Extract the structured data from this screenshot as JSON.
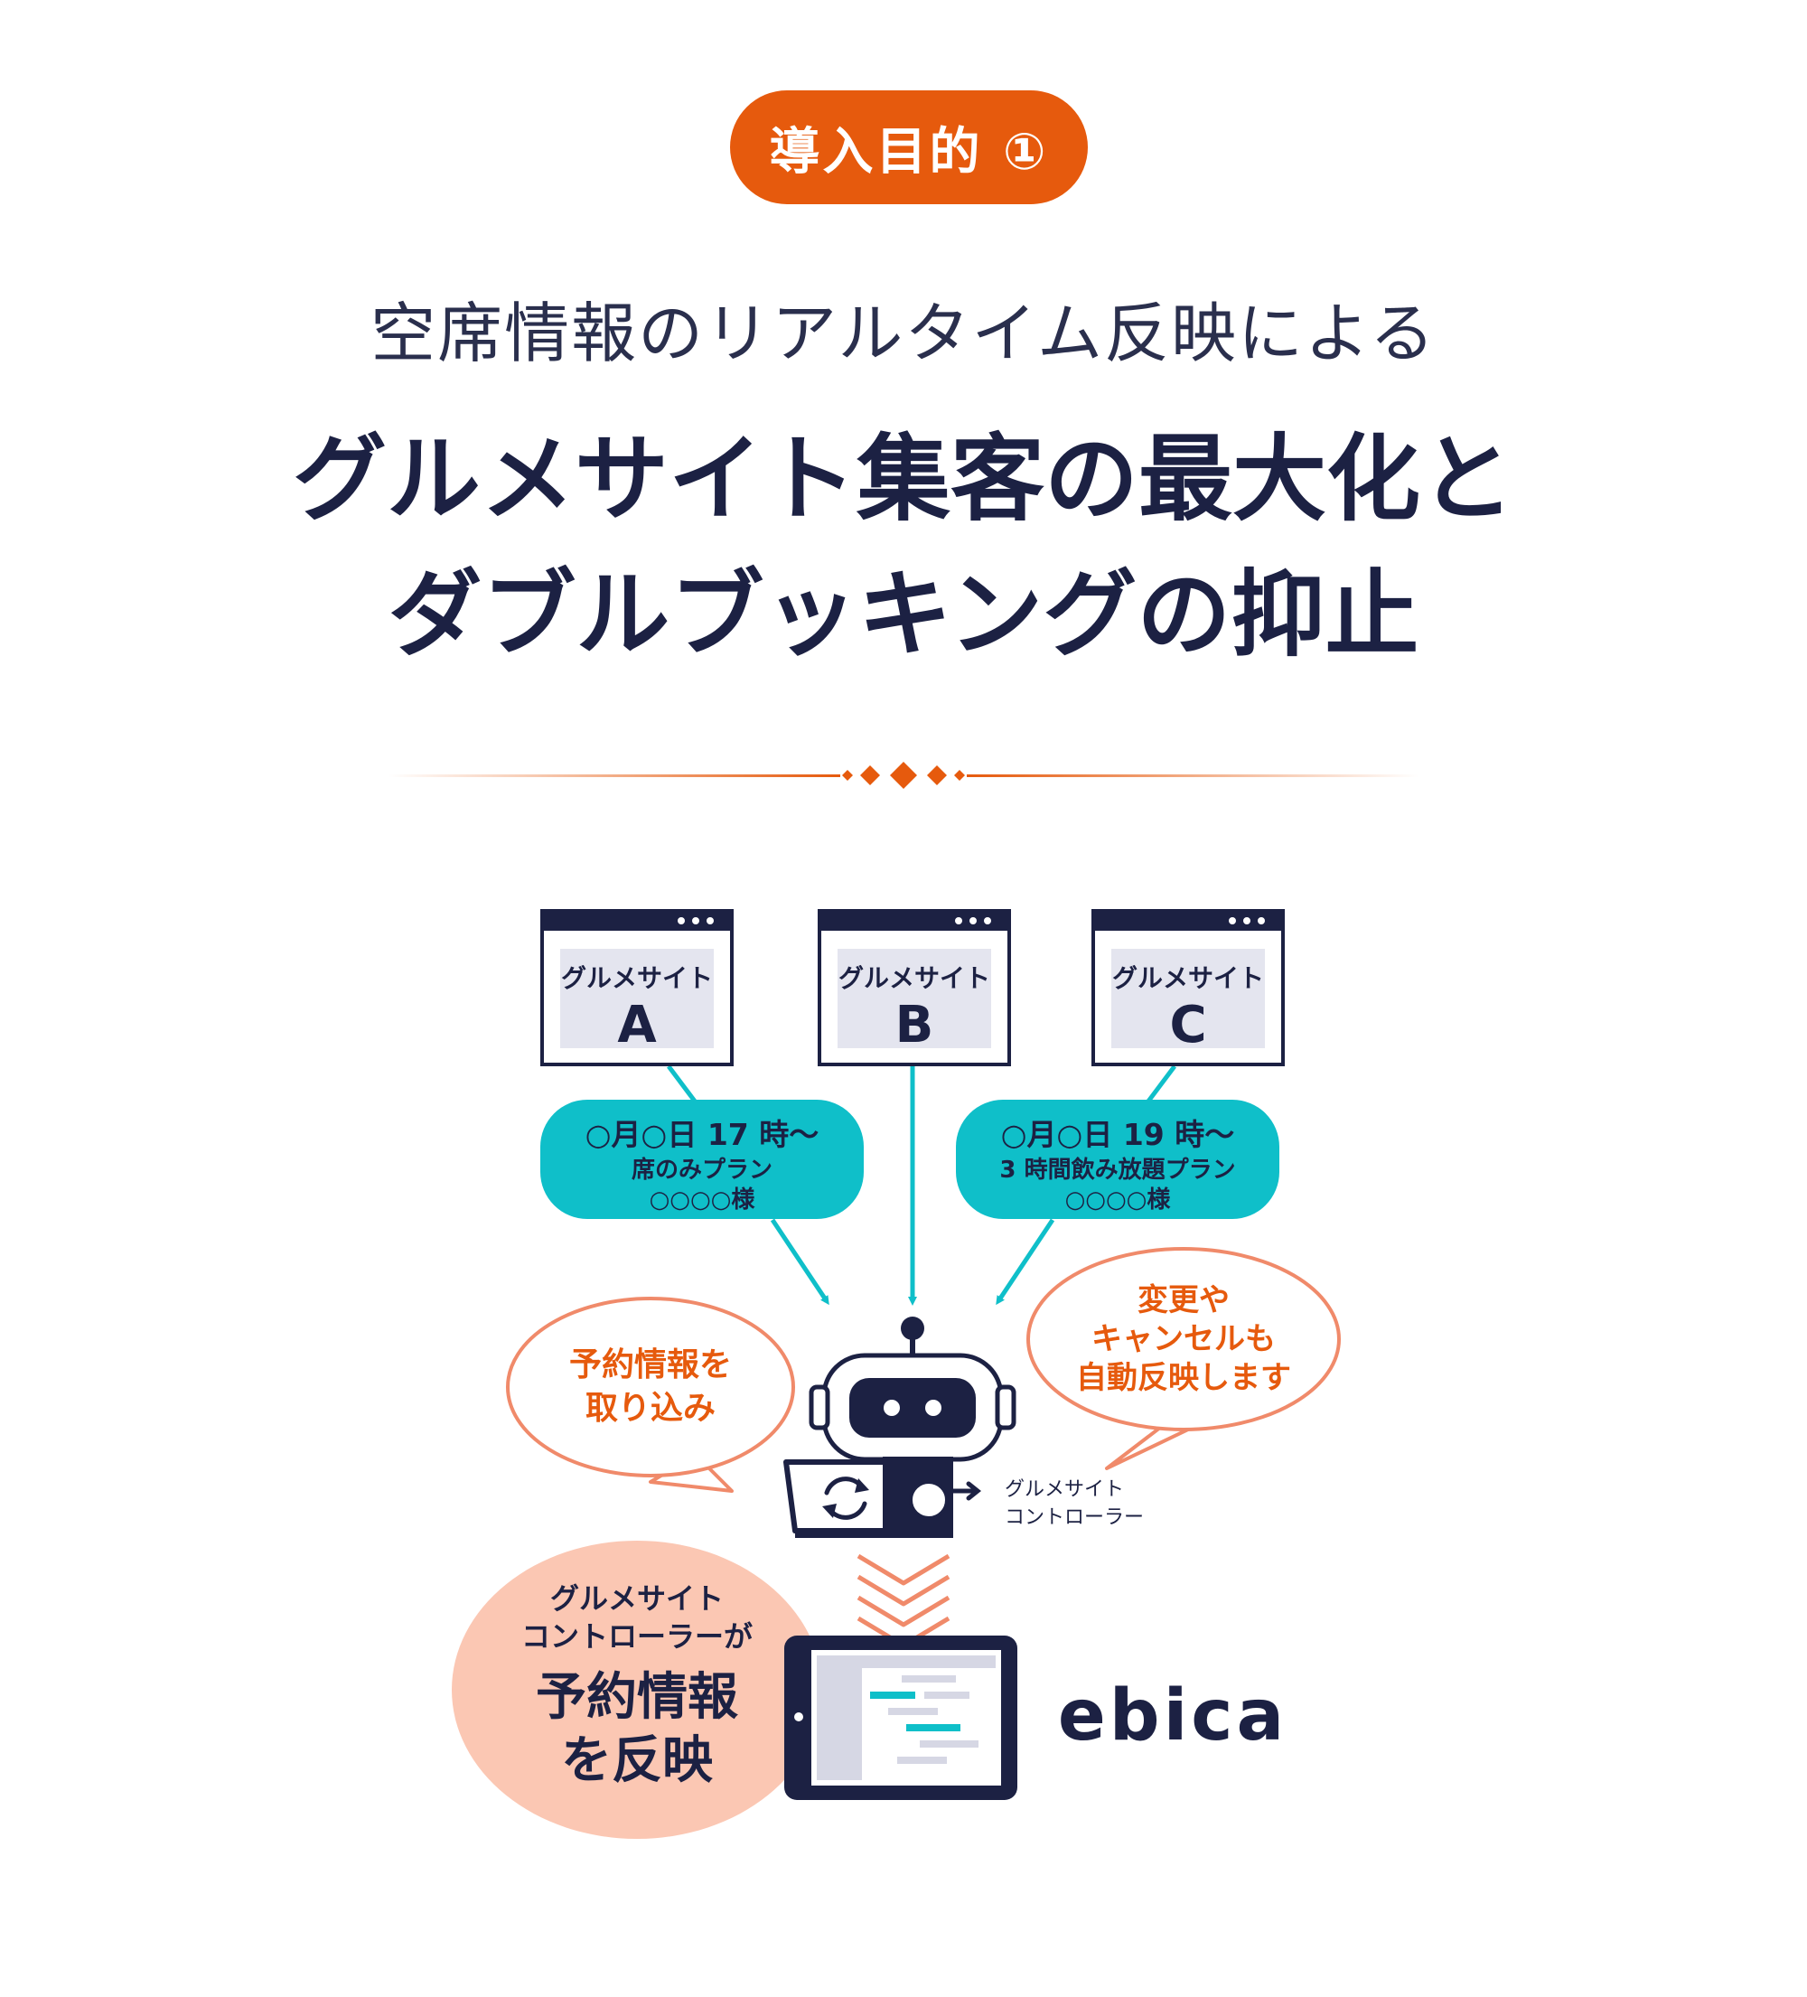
{
  "header": {
    "badge": "導入目的 ①",
    "subtitle": "空席情報のリアルタイム反映による",
    "title_line1": "グルメサイト集客の最大化と",
    "title_line2": "ダブルブッキングの抑止"
  },
  "diagram": {
    "sites": [
      {
        "label": "グルメサイト",
        "letter": "A"
      },
      {
        "label": "グルメサイト",
        "letter": "B"
      },
      {
        "label": "グルメサイト",
        "letter": "C"
      }
    ],
    "reservation_left": {
      "line1": "○月○日 17 時〜",
      "line2": "席のみプラン",
      "line3": "○○○○様"
    },
    "reservation_right": {
      "line1": "○月○日 19 時〜",
      "line2": "3 時間飲み放題プラン",
      "line3": "○○○○様"
    },
    "bubble_left": {
      "line1": "予約情報を",
      "line2": "取り込み"
    },
    "bubble_right": {
      "line1": "変更や",
      "line2": "キャンセルも",
      "line3": "自動反映します"
    },
    "controller_label": {
      "line1": "グルメサイト",
      "line2": "コントローラー"
    },
    "result_bubble": {
      "line1": "グルメサイト",
      "line2": "コントローラーが",
      "line3": "予約情報",
      "line4": "を反映"
    },
    "brand": "ebica"
  },
  "colors": {
    "accent_orange": "#e65a0d",
    "teal": "#0fbfc9",
    "navy": "#1c2143",
    "salmon": "#f08a6a",
    "peach": "#fbc7b3"
  }
}
